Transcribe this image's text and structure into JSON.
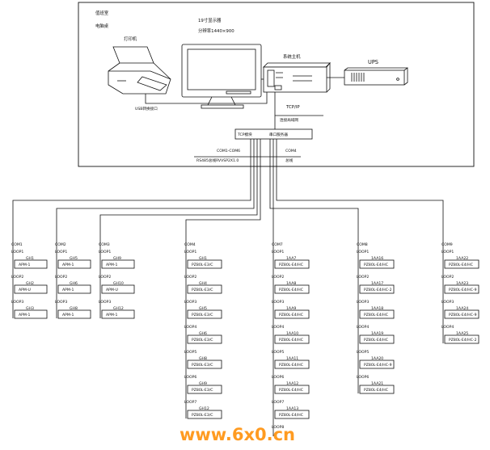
{
  "room": {
    "line1": "值班室",
    "line2": "电脑桌"
  },
  "devices": {
    "printer": "打印机",
    "monitor_line1": "19寸显示器",
    "monitor_line2": "分辨率1440×900",
    "host": "系统主机",
    "ups": "UPS",
    "usb": "USB转换接口",
    "tcpip": "TCP/IP",
    "lan": "连接局域网",
    "hub_left": "TCP模块",
    "hub_right": "串口服务器",
    "com_bus_left": "COM1-COM6",
    "com_bus_left_sub": "RS485总线RVVSP2X1.0",
    "com_bus_right": "COM4",
    "com_bus_right_sub": "总线"
  },
  "columns": [
    {
      "title": "COM1",
      "items": [
        {
          "loop": "LOOP1",
          "code": "GH1",
          "model": "APM-1"
        },
        {
          "loop": "LOOP2",
          "code": "GH2",
          "model": "APM-U"
        },
        {
          "loop": "LOOP3",
          "code": "GH3",
          "model": "APM-1"
        }
      ]
    },
    {
      "title": "COM2",
      "items": [
        {
          "loop": "LOOP1",
          "code": "GH5",
          "model": "APM-1"
        },
        {
          "loop": "LOOP2",
          "code": "GH6",
          "model": "APM-1"
        },
        {
          "loop": "LOOP3",
          "code": "GH8",
          "model": "APM-1"
        }
      ]
    },
    {
      "title": "COM3",
      "items": [
        {
          "loop": "LOOP1",
          "code": "GH9",
          "model": "APM-1"
        },
        {
          "loop": "LOOP2",
          "code": "GH10",
          "model": "APM-U"
        },
        {
          "loop": "LOOP3",
          "code": "GH12",
          "model": "APM-1"
        }
      ]
    },
    {
      "title": "COM4",
      "items": [
        {
          "loop": "LOOP1",
          "code": "GH1",
          "model": "PZ80L-E3/C"
        },
        {
          "loop": "LOOP2",
          "code": "GH4",
          "model": "PZ80L-E3/C"
        },
        {
          "loop": "LOOP3",
          "code": "GH5",
          "model": "PZ80L-E3/C"
        },
        {
          "loop": "LOOP4",
          "code": "GH6",
          "model": "PZ80L-E3/C"
        },
        {
          "loop": "LOOP5",
          "code": "GH8",
          "model": "PZ80L-E3/C"
        },
        {
          "loop": "LOOP6",
          "code": "GH9",
          "model": "PZ80L-E3/C"
        },
        {
          "loop": "LOOP7",
          "code": "GH12",
          "model": "PZ80L-E3/C"
        }
      ]
    },
    {
      "title": "COM7",
      "items": [
        {
          "loop": "LOOP1",
          "code": "1AA7",
          "model": "PZ80L-E4/HC"
        },
        {
          "loop": "LOOP2",
          "code": "1AA8",
          "model": "PZ80L-E4/HC"
        },
        {
          "loop": "LOOP3",
          "code": "1AA9",
          "model": "PZ80L-E4/HC"
        },
        {
          "loop": "LOOP4",
          "code": "1AA10",
          "model": "PZ80L-E4/HC"
        },
        {
          "loop": "LOOP5",
          "code": "1AA11",
          "model": "PZ80L-E4/HC"
        },
        {
          "loop": "LOOP6",
          "code": "1AA12",
          "model": "PZ80L-E4/HC"
        },
        {
          "loop": "LOOP7",
          "code": "1AA13",
          "model": "PZ80L-E4/HC"
        }
      ],
      "tail": "LOOP8"
    },
    {
      "title": "COM8",
      "items": [
        {
          "loop": "LOOP1",
          "code": "1AA16",
          "model": "PZ80L-E4/HC"
        },
        {
          "loop": "LOOP2",
          "code": "1AA17",
          "model": "PZ80L-E4/HC-2"
        },
        {
          "loop": "LOOP3",
          "code": "1AA18",
          "model": "PZ80L-E4/HC"
        },
        {
          "loop": "LOOP4",
          "code": "1AA19",
          "model": "PZ80L-E4/HC"
        },
        {
          "loop": "LOOP5",
          "code": "1AA20",
          "model": "PZ80L-E4/HC-9"
        },
        {
          "loop": "LOOP6",
          "code": "1AA21",
          "model": "PZ80L-E4/HC"
        }
      ]
    },
    {
      "title": "COM9",
      "items": [
        {
          "loop": "LOOP1",
          "code": "1AA22",
          "model": "PZ80L-E4/HC"
        },
        {
          "loop": "LOOP2",
          "code": "1AA23",
          "model": "PZ80L-E4/HC-9"
        },
        {
          "loop": "LOOP3",
          "code": "1AA24",
          "model": "PZ80L-E4/HC-9"
        },
        {
          "loop": "LOOP4",
          "code": "1AA25",
          "model": "PZ80L-E4/HC-2"
        }
      ]
    }
  ],
  "watermark": "www.6x0.cn"
}
